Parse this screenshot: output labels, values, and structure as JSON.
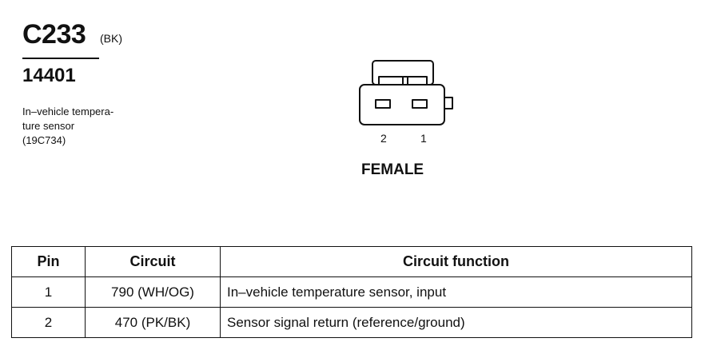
{
  "connector": {
    "id": "C233",
    "color": "(BK)",
    "part_number": "14401",
    "description": [
      "In–vehicle tempera-",
      "ture sensor",
      "(19C734)"
    ],
    "pins": [
      "2",
      "1"
    ],
    "gender": "FEMALE"
  },
  "table": {
    "headers": {
      "pin": "Pin",
      "circuit": "Circuit",
      "function": "Circuit function"
    },
    "rows": [
      {
        "pin": "1",
        "circuit": "790 (WH/OG)",
        "function": "In–vehicle temperature sensor, input"
      },
      {
        "pin": "2",
        "circuit": "470 (PK/BK)",
        "function": "Sensor signal return (reference/ground)"
      }
    ]
  }
}
